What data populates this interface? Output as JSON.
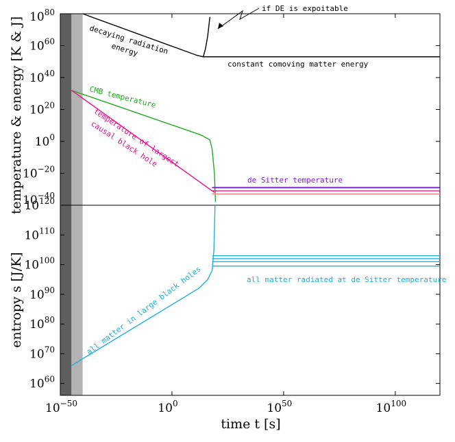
{
  "chart_data": [
    {
      "type": "line",
      "panel": "top",
      "title": "",
      "xlabel": "",
      "ylabel": "temperature & energy [K & J]",
      "xscale": "log",
      "yscale": "log",
      "xlim_exp": [
        -50,
        120
      ],
      "ylim_exp": [
        -40,
        80
      ],
      "yticks": [
        {
          "exp": 80,
          "label": "80"
        },
        {
          "exp": 60,
          "label": "60"
        },
        {
          "exp": 40,
          "label": "40"
        },
        {
          "exp": 20,
          "label": "20"
        },
        {
          "exp": 0,
          "label": "0"
        },
        {
          "exp": -20,
          "label": "−20"
        },
        {
          "exp": -40,
          "label": "−40"
        }
      ],
      "shaded_regions_log10_t": [
        [
          -50,
          -45
        ],
        [
          -45,
          -40
        ]
      ],
      "series": [
        {
          "name": "decaying radiation energy",
          "color": "#000000",
          "log10_t": [
            -40,
            11,
            14,
            120
          ],
          "log10_y": [
            80,
            54,
            53,
            53
          ]
        },
        {
          "name": "if DE is expoitable",
          "color": "#000000",
          "log10_t": [
            14,
            15,
            16,
            17
          ],
          "log10_y": [
            53,
            58,
            66,
            78
          ]
        },
        {
          "name": "constant comoving matter energy",
          "color": "#000000",
          "log10_t": [
            14,
            120
          ],
          "log10_y": [
            53,
            53
          ]
        },
        {
          "name": "CMB temperature",
          "color": "#22aa22",
          "log10_t": [
            -45,
            13,
            17,
            18,
            19,
            19.5
          ],
          "log10_y": [
            32,
            4,
            1,
            -5,
            -20,
            -38
          ]
        },
        {
          "name": "temperature of largest causal black hole",
          "color": "#e8108a",
          "log10_t": [
            -45,
            19
          ],
          "log10_y": [
            32,
            -32
          ]
        },
        {
          "name": "de Sitter temperature",
          "color": "#7b1fe0",
          "log10_t": [
            18,
            120
          ],
          "log10_y": [
            -29,
            -29
          ]
        },
        {
          "name": "",
          "color": "#e8108a",
          "log10_t": [
            18,
            120
          ],
          "log10_y": [
            -31,
            -31
          ]
        },
        {
          "name": "",
          "color": "#f08080",
          "log10_t": [
            18,
            120
          ],
          "log10_y": [
            -33,
            -33
          ]
        }
      ],
      "annotations": [
        {
          "text": "if DE is expoitable"
        },
        {
          "text": "decaying radiation"
        },
        {
          "text": "energy"
        },
        {
          "text": "constant comoving matter energy"
        },
        {
          "text": "CMB temperature"
        },
        {
          "text": "temperature of largest"
        },
        {
          "text": "causal black hole"
        },
        {
          "text": "de Sitter temperature"
        }
      ]
    },
    {
      "type": "line",
      "panel": "bottom",
      "title": "",
      "xlabel": "time t [s]",
      "ylabel": "entropy s [J/K]",
      "xscale": "log",
      "yscale": "log",
      "xlim_exp": [
        -50,
        120
      ],
      "ylim_exp": [
        56,
        120
      ],
      "xticks": [
        {
          "exp": -50,
          "label": "−50"
        },
        {
          "exp": 0,
          "label": "0"
        },
        {
          "exp": 50,
          "label": "50"
        },
        {
          "exp": 100,
          "label": "100"
        }
      ],
      "yticks": [
        {
          "exp": 120,
          "label": "120"
        },
        {
          "exp": 110,
          "label": "110"
        },
        {
          "exp": 100,
          "label": "100"
        },
        {
          "exp": 90,
          "label": "90"
        },
        {
          "exp": 80,
          "label": "80"
        },
        {
          "exp": 70,
          "label": "70"
        },
        {
          "exp": 60,
          "label": "60"
        }
      ],
      "series": [
        {
          "name": "all matter in large black holes",
          "color": "#1ab0e0",
          "log10_t": [
            -45,
            12,
            16,
            18,
            18.8,
            19.3
          ],
          "log10_y": [
            66,
            92,
            95,
            98,
            105,
            120
          ]
        },
        {
          "name": "all matter radiated at de Sitter temperature",
          "color": "#1ab0e0",
          "log10_t": [
            18,
            120
          ],
          "log10_y": [
            99.5,
            99.5
          ]
        },
        {
          "name": "",
          "color": "#1ab0e0",
          "log10_t": [
            18,
            120
          ],
          "log10_y": [
            101,
            101
          ]
        },
        {
          "name": "",
          "color": "#1ab0e0",
          "log10_t": [
            18,
            120
          ],
          "log10_y": [
            102,
            102
          ]
        },
        {
          "name": "",
          "color": "#1ab0e0",
          "log10_t": [
            18,
            120
          ],
          "log10_y": [
            103,
            103
          ]
        }
      ],
      "annotations": [
        {
          "text": "all matter in large black holes"
        },
        {
          "text": "all matter radiated at de Sitter temperature"
        }
      ]
    }
  ]
}
